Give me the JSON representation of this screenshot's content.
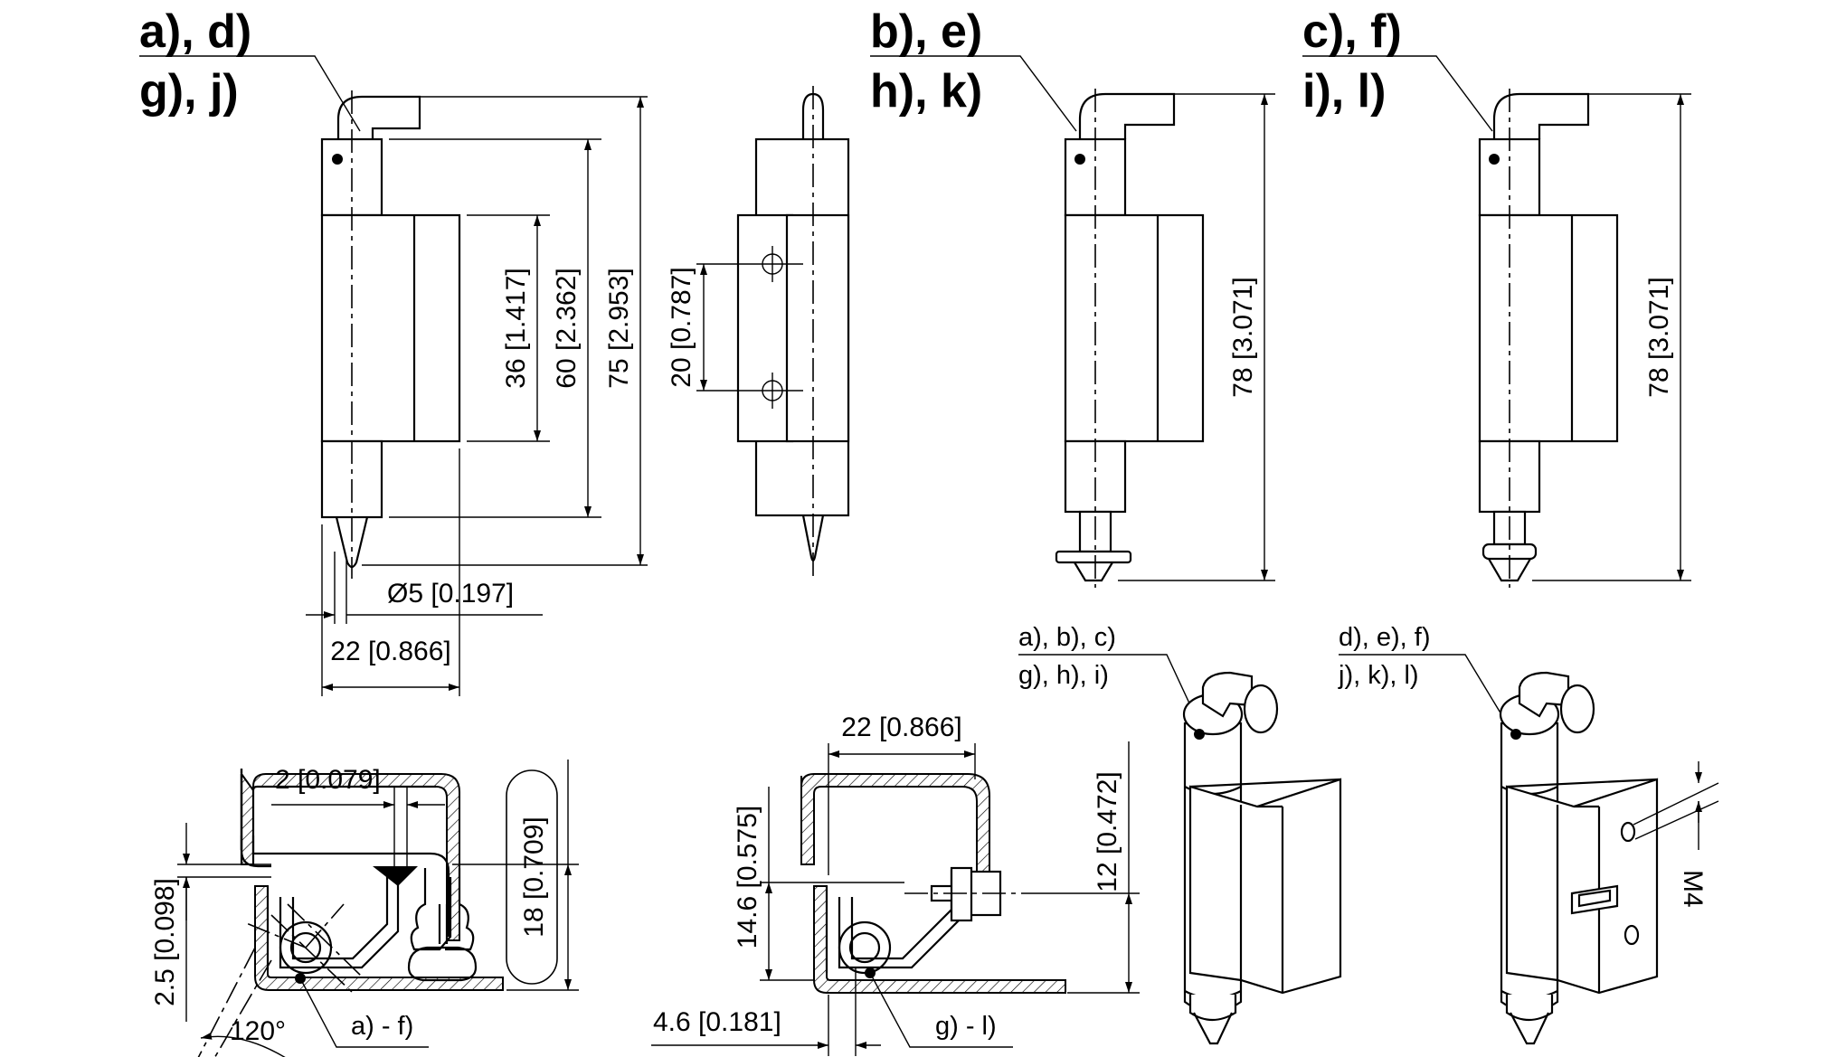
{
  "labels": {
    "view1_line1": "a), d)",
    "view1_line2": "g), j)",
    "view3_line1": "b), e)",
    "view3_line2": "h), k)",
    "view4_line1": "c), f)",
    "view4_line2": "i), l)",
    "iso1_line1": "a), b), c)",
    "iso1_line2": "g), h), i)",
    "iso2_line1": "d), e), f)",
    "iso2_line2": "j), k), l)",
    "sect1_callout": "a) - f)",
    "sect2_callout": "g) - l)"
  },
  "dimensions": {
    "d36": "36 [1.417]",
    "d60": "60 [2.362]",
    "d75": "75 [2.953]",
    "d20": "20 [0.787]",
    "d78_b": "78 [3.071]",
    "d78_c": "78 [3.071]",
    "dia5": "Ø5 [0.197]",
    "w22_top": "22 [0.866]",
    "t2": "2 [0.079]",
    "t25": "2.5 [0.098]",
    "d18": "18 [0.709]",
    "angle": "120°",
    "w22_sec": "22 [0.866]",
    "d146": "14.6 [0.575]",
    "d12": "12 [0.472]",
    "d46": "4.6 [0.181]",
    "m4": "M4"
  }
}
